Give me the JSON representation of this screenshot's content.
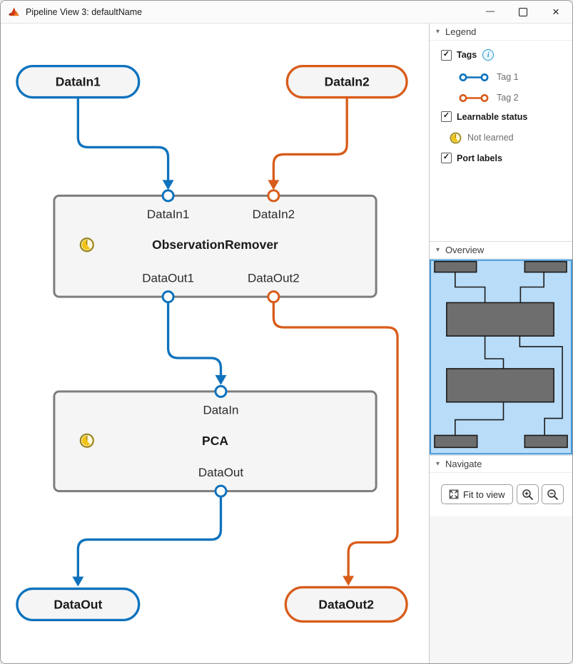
{
  "window": {
    "title": "Pipeline View 3: defaultName"
  },
  "icons": {
    "minimize_glyph": "—",
    "close_glyph": "×",
    "section_chevron": "▾",
    "check_glyph": "✓",
    "info_glyph": "i"
  },
  "colors": {
    "tag1": "#0d72bd",
    "tag2": "#d85c1a",
    "block_border": "#7d7d7d",
    "block_fill": "#f5f5f5",
    "clock_fill": "#f2c411",
    "clock_ring": "#9a8419",
    "minimap_bg": "#b9dcf8",
    "minimap_border": "#4096d6",
    "minimap_node": "#6e6e6e"
  },
  "canvas": {
    "nodes": {
      "datain1": {
        "label": "DataIn1",
        "tag": "Tag 1"
      },
      "datain2": {
        "label": "DataIn2",
        "tag": "Tag 2"
      },
      "dataout": {
        "label": "DataOut",
        "tag": "Tag 1"
      },
      "dataout2": {
        "label": "DataOut2",
        "tag": "Tag 2"
      }
    },
    "blocks": {
      "observation_remover": {
        "title": "ObservationRemover",
        "status": "Not learned",
        "ports_in": [
          "DataIn1",
          "DataIn2"
        ],
        "ports_out": [
          "DataOut1",
          "DataOut2"
        ]
      },
      "pca": {
        "title": "PCA",
        "status": "Not learned",
        "ports_in": [
          "DataIn"
        ],
        "ports_out": [
          "DataOut"
        ]
      }
    }
  },
  "sidebar": {
    "legend": {
      "header": "Legend",
      "tags_label": "Tags",
      "tag_items": [
        {
          "label": "Tag 1",
          "color": "#0d72bd"
        },
        {
          "label": "Tag 2",
          "color": "#d85c1a"
        }
      ],
      "learnable_label": "Learnable status",
      "not_learned_label": "Not learned",
      "port_labels_label": "Port labels"
    },
    "overview": {
      "header": "Overview"
    },
    "navigate": {
      "header": "Navigate",
      "fit_label": "Fit to view"
    }
  }
}
